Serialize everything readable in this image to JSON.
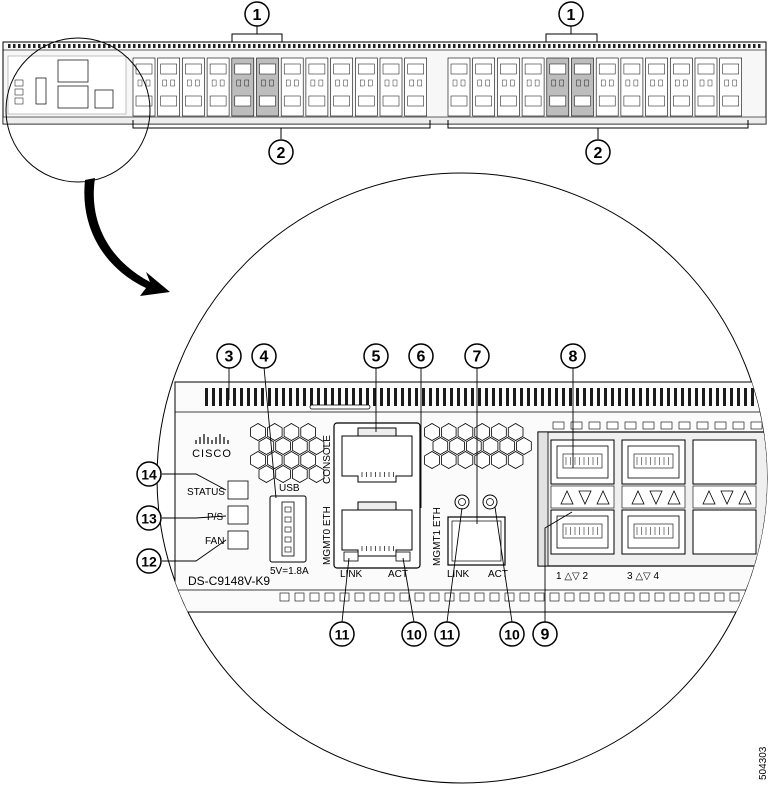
{
  "callouts": {
    "c1a": "1",
    "c1b": "1",
    "c2a": "2",
    "c2b": "2",
    "c3": "3",
    "c4": "4",
    "c5": "5",
    "c6": "6",
    "c7": "7",
    "c8": "8",
    "c9": "9",
    "c10a": "10",
    "c10b": "10",
    "c11a": "11",
    "c11b": "11",
    "c12": "12",
    "c13": "13",
    "c14": "14"
  },
  "labels": {
    "status": "STATUS",
    "ps": "P/S",
    "fan": "FAN",
    "usb": "USB",
    "usb_rating": "5V=1.8A",
    "console": "CONSOLE",
    "mgmt0": "MGMT0 ETH",
    "mgmt1": "MGMT1 ETH",
    "link_a": "LINK",
    "act_a": "ACT",
    "link_b": "LINK",
    "act_b": "ACT",
    "model": "DS-C9148V-K9",
    "brand": "CISCO",
    "port_pair_1": "1 △▽ 2",
    "port_pair_2": "3 △▽ 4",
    "figure_id": "504303"
  }
}
